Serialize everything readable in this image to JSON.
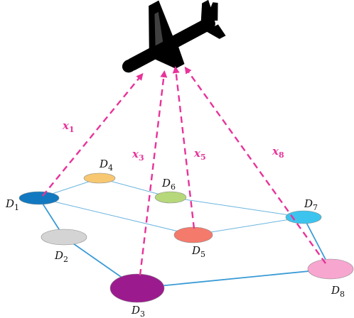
{
  "colors": {
    "link": "#3a9bd5",
    "arrow": "#e8339a",
    "plane": "#000000"
  },
  "plane_icon": "airplane-icon",
  "nodes": [
    {
      "id": "D1",
      "letter": "D",
      "sub": "1",
      "color": "#1279c1"
    },
    {
      "id": "D2",
      "letter": "D",
      "sub": "2",
      "color": "#d4d4d4"
    },
    {
      "id": "D3",
      "letter": "D",
      "sub": "3",
      "color": "#9b1b8e"
    },
    {
      "id": "D4",
      "letter": "D",
      "sub": "4",
      "color": "#f7c871"
    },
    {
      "id": "D5",
      "letter": "D",
      "sub": "5",
      "color": "#f47a6c"
    },
    {
      "id": "D6",
      "letter": "D",
      "sub": "6",
      "color": "#b6d77a"
    },
    {
      "id": "D7",
      "letter": "D",
      "sub": "7",
      "color": "#3cc4ee"
    },
    {
      "id": "D8",
      "letter": "D",
      "sub": "8",
      "color": "#f7a6cf"
    }
  ],
  "links": [
    [
      "D1",
      "D4"
    ],
    [
      "D1",
      "D5"
    ],
    [
      "D4",
      "D6"
    ],
    [
      "D6",
      "D7"
    ],
    [
      "D5",
      "D7"
    ],
    [
      "D1",
      "D2"
    ],
    [
      "D2",
      "D3"
    ],
    [
      "D3",
      "D8"
    ],
    [
      "D7",
      "D8"
    ]
  ],
  "uplinks": [
    {
      "from": "D1",
      "letter": "x",
      "sub": "1"
    },
    {
      "from": "D3",
      "letter": "x",
      "sub": "3"
    },
    {
      "from": "D5",
      "letter": "x",
      "sub": "5"
    },
    {
      "from": "D8",
      "letter": "x",
      "sub": "8"
    }
  ]
}
